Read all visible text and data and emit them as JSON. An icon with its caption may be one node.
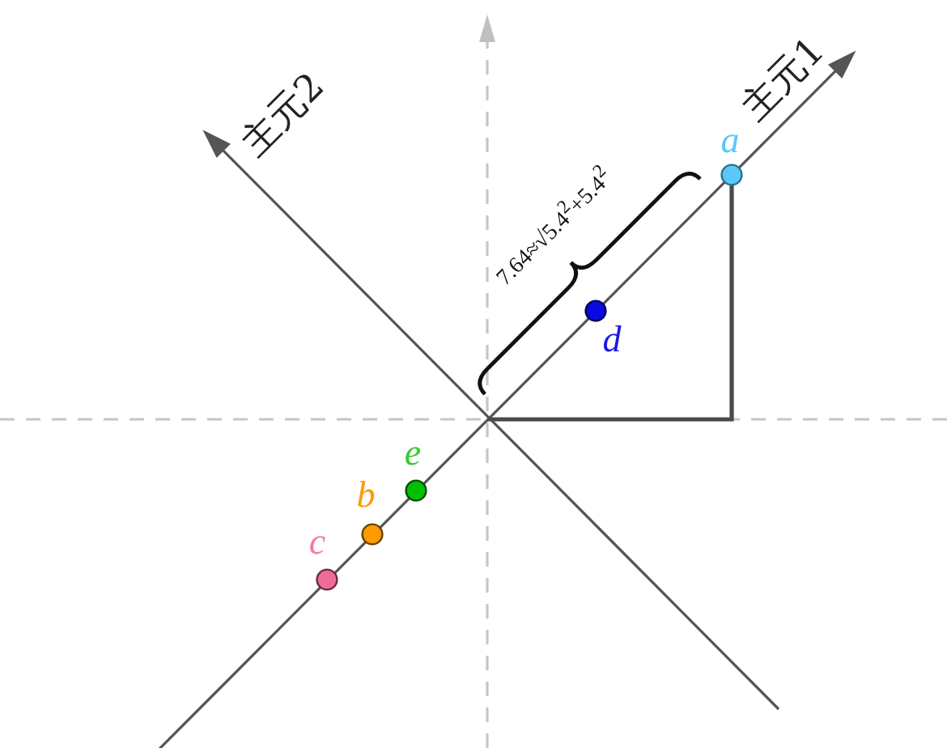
{
  "diagram": {
    "labels": [
      "主元2",
      "主元1",
      "a",
      "7.64≈√5.4$^{2}$+5.4$^{2}$",
      "d",
      "e",
      "b",
      "c"
    ]
  }
}
